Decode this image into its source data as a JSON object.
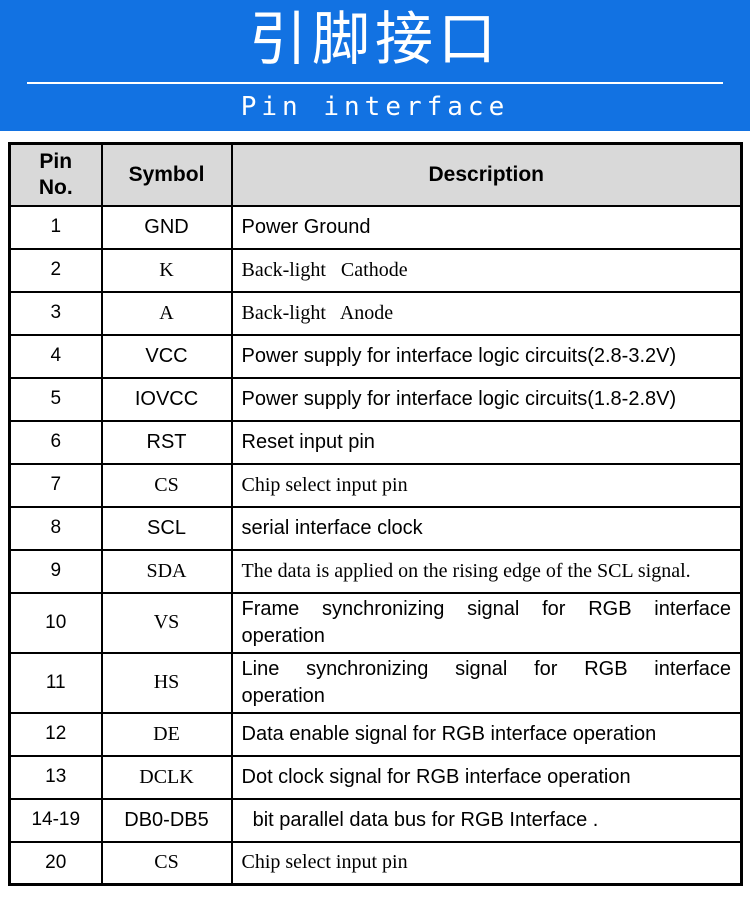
{
  "banner": {
    "title": "引脚接口",
    "subtitle": "Pin interface",
    "colors": {
      "background": "#1272e2",
      "text": "#ffffff"
    }
  },
  "table": {
    "colors": {
      "header_background": "#d9d9d9",
      "border": "#000000"
    },
    "headers": {
      "pin_line1": "Pin",
      "pin_line2": "No.",
      "symbol": "Symbol",
      "description": "Description"
    },
    "rows": [
      {
        "pin": "1",
        "symbol": "GND",
        "desc": "Power Ground"
      },
      {
        "pin": "2",
        "symbol": "K",
        "desc": "Back-light   Cathode"
      },
      {
        "pin": "3",
        "symbol": "A",
        "desc": "Back-light   Anode"
      },
      {
        "pin": "4",
        "symbol": "VCC",
        "desc": "Power supply for interface logic circuits(2.8-3.2V)"
      },
      {
        "pin": "5",
        "symbol": "IOVCC",
        "desc": "Power supply for interface logic circuits(1.8-2.8V)"
      },
      {
        "pin": "6",
        "symbol": "RST",
        "desc": "Reset input pin"
      },
      {
        "pin": "7",
        "symbol": "CS",
        "desc": "Chip select input pin"
      },
      {
        "pin": "8",
        "symbol": "SCL",
        "desc": "serial interface clock"
      },
      {
        "pin": "9",
        "symbol": "SDA",
        "desc": "The data is applied on the rising edge of the SCL signal."
      },
      {
        "pin": "10",
        "symbol": "VS",
        "desc_lines": [
          "Frame synchronizing signal for RGB interface",
          "operation"
        ]
      },
      {
        "pin": "11",
        "symbol": "HS",
        "desc_lines": [
          "Line synchronizing signal for RGB interface",
          "operation"
        ]
      },
      {
        "pin": "12",
        "symbol": "DE",
        "desc": "Data enable signal for RGB interface operation"
      },
      {
        "pin": "13",
        "symbol": "DCLK",
        "desc": "Dot clock signal for RGB interface operation"
      },
      {
        "pin": "14-19",
        "symbol": "DB0-DB5",
        "desc": "  bit parallel data bus for RGB Interface ."
      },
      {
        "pin": "20",
        "symbol": "CS",
        "desc": "Chip select input pin"
      }
    ]
  }
}
